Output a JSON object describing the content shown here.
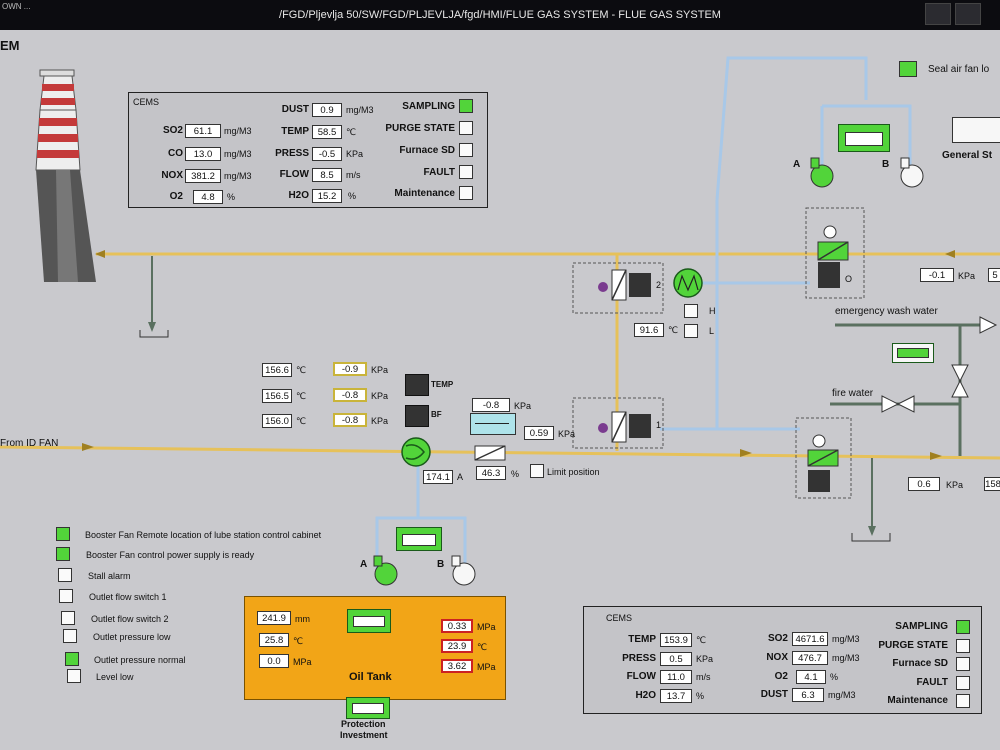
{
  "window": {
    "title": "/FGD/Pljevlja 50/SW/FGD/PLJEVLJA/fgd/HMI/FLUE GAS SYSTEM - FLUE GAS SYSTEM",
    "corner": "OWN ...",
    "page_tag": "EM"
  },
  "colors": {
    "background": "#c9c9cd",
    "flue_line": "#e6c15a",
    "water_line": "#a8c8e8",
    "active_green": "#52d43a",
    "oil_tank": "#f2a517"
  },
  "cems_top": {
    "title": "CEMS",
    "left": [
      {
        "label": "SO2",
        "value": "61.1",
        "unit": "mg/M3"
      },
      {
        "label": "CO",
        "value": "13.0",
        "unit": "mg/M3"
      },
      {
        "label": "NOX",
        "value": "381.2",
        "unit": "mg/M3"
      },
      {
        "label": "O2",
        "value": "4.8",
        "unit": "%"
      }
    ],
    "mid": [
      {
        "label": "DUST",
        "value": "0.9",
        "unit": "mg/M3"
      },
      {
        "label": "TEMP",
        "value": "58.5",
        "unit": "℃"
      },
      {
        "label": "PRESS",
        "value": "-0.5",
        "unit": "KPa"
      },
      {
        "label": "FLOW",
        "value": "8.5",
        "unit": "m/s"
      },
      {
        "label": "H2O",
        "value": "15.2",
        "unit": "%"
      }
    ],
    "status": [
      {
        "label": "SAMPLING",
        "on": true
      },
      {
        "label": "PURGE STATE",
        "on": false
      },
      {
        "label": "Furnace SD",
        "on": false
      },
      {
        "label": "FAULT",
        "on": false
      },
      {
        "label": "Maintenance",
        "on": false
      }
    ]
  },
  "cems_bottom": {
    "title": "CEMS",
    "left": [
      {
        "label": "TEMP",
        "value": "153.9",
        "unit": "℃"
      },
      {
        "label": "PRESS",
        "value": "0.5",
        "unit": "KPa"
      },
      {
        "label": "FLOW",
        "value": "11.0",
        "unit": "m/s"
      },
      {
        "label": "H2O",
        "value": "13.7",
        "unit": "%"
      }
    ],
    "mid": [
      {
        "label": "SO2",
        "value": "4671.6",
        "unit": "mg/M3"
      },
      {
        "label": "NOX",
        "value": "476.7",
        "unit": "mg/M3"
      },
      {
        "label": "O2",
        "value": "4.1",
        "unit": "%"
      },
      {
        "label": "DUST",
        "value": "6.3",
        "unit": "mg/M3"
      }
    ],
    "status": [
      {
        "label": "SAMPLING",
        "on": true
      },
      {
        "label": "PURGE STATE",
        "on": false
      },
      {
        "label": "Furnace SD",
        "on": false
      },
      {
        "label": "FAULT",
        "on": false
      },
      {
        "label": "Maintenance",
        "on": false
      }
    ]
  },
  "temps": [
    {
      "temp": "156.6",
      "unit": "℃",
      "press": "-0.9",
      "punit": "KPa"
    },
    {
      "temp": "156.5",
      "unit": "℃",
      "press": "-0.8",
      "punit": "KPa"
    },
    {
      "temp": "156.0",
      "unit": "℃",
      "press": "-0.8",
      "punit": "KPa"
    }
  ],
  "booster": {
    "temp_label": "TEMP",
    "bf_label": "BF",
    "dp_value": "-0.8",
    "dp_unit": "KPa",
    "p_value": "0.59",
    "p_unit": "KPa",
    "current": "174.1",
    "current_unit": "A",
    "position": "46.3",
    "position_unit": "%",
    "limit_label": "Limit position",
    "from_label": "From ID FAN"
  },
  "damper_labels": {
    "d2": "2",
    "d1": "1",
    "o": "O",
    "h": "H",
    "l": "L"
  },
  "right": {
    "seal_fan_label": "Seal air fan lo",
    "general_label": "General St",
    "fan_a": "A",
    "fan_b": "B",
    "press_top": "-0.1",
    "press_top_unit": "KPa",
    "press_top_cut": "5",
    "heater_temp": "91.6",
    "heater_unit": "℃",
    "emergency_label": "emergency wash water",
    "fire_label": "fire water",
    "press_bot": "0.6",
    "press_bot_unit": "KPa",
    "press_bot_cut": "158"
  },
  "lube": {
    "fan_a": "A",
    "fan_b": "B"
  },
  "legend": [
    {
      "label": "Booster Fan Remote location of lube station control cabinet",
      "on": true
    },
    {
      "label": "Booster Fan control power supply is ready",
      "on": true
    },
    {
      "label": "Stall alarm",
      "on": false
    },
    {
      "label": "Outlet  flow switch 1",
      "on": false
    },
    {
      "label": "Outlet  flow switch 2",
      "on": false
    },
    {
      "label": "Outlet pressure low",
      "on": false
    },
    {
      "label": "Outlet pressure normal",
      "on": true
    },
    {
      "label": "Level low",
      "on": false
    }
  ],
  "oil_tank": {
    "title": "Oil Tank",
    "level": "241.9",
    "level_unit": "mm",
    "temp": "25.8",
    "temp_unit": "℃",
    "press": "0.0",
    "press_unit": "MPa",
    "r1": "0.33",
    "r1_unit": "MPa",
    "r2": "23.9",
    "r2_unit": "℃",
    "r3": "3.62",
    "r3_unit": "MPa"
  },
  "protection": {
    "label1": "Protection",
    "label2": "Investment"
  }
}
